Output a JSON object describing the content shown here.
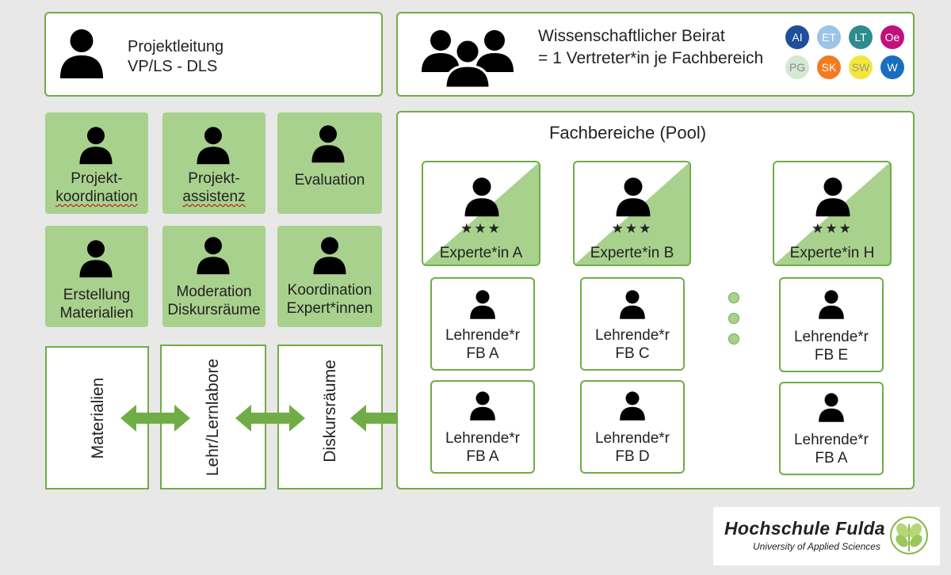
{
  "projektleitung": {
    "line1": "Projektleitung",
    "line2": "VP/LS - DLS"
  },
  "beirat": {
    "line1": "Wissenschaftlicher Beirat",
    "line2": "= 1 Vertreter*in je Fachbereich"
  },
  "fb_badges": [
    {
      "label": "AI",
      "color": "#1f4e9a"
    },
    {
      "label": "ET",
      "color": "#9dc3e6"
    },
    {
      "label": "LT",
      "color": "#2e8b8e"
    },
    {
      "label": "Oe",
      "color": "#c0107a"
    },
    {
      "label": "PG",
      "color": "#d5e8d4"
    },
    {
      "label": "SK",
      "color": "#f47b20"
    },
    {
      "label": "SW",
      "color": "#f5e63a"
    },
    {
      "label": "W",
      "color": "#1a6ec0"
    }
  ],
  "roles": {
    "r1": {
      "line1": "Projekt-",
      "line2": "koordination"
    },
    "r2": {
      "line1": "Projekt-",
      "line2": "assistenz"
    },
    "r3": {
      "line1": "Evaluation"
    },
    "r4": {
      "line1": "Erstellung",
      "line2": "Materialien"
    },
    "r5": {
      "line1": "Moderation",
      "line2": "Diskursräume"
    },
    "r6": {
      "line1": "Koordination",
      "line2": "Expert*innen"
    }
  },
  "bottom": {
    "materialien": "Materialien",
    "labore": "Lehr/Lernlabore",
    "diskurs": "Diskursräume"
  },
  "pool": {
    "title": "Fachbereiche (Pool)",
    "stars": "★★★",
    "experts": [
      "Experte*in A",
      "Experte*in B",
      "Experte*in H"
    ],
    "teachers": [
      {
        "line1": "Lehrende*r",
        "line2": "FB A"
      },
      {
        "line1": "Lehrende*r",
        "line2": "FB C"
      },
      {
        "line1": "Lehrende*r",
        "line2": "FB E"
      },
      {
        "line1": "Lehrende*r",
        "line2": "FB A"
      },
      {
        "line1": "Lehrende*r",
        "line2": "FB D"
      },
      {
        "line1": "Lehrende*r",
        "line2": "FB A"
      }
    ]
  },
  "logo": {
    "name": "Hochschule Fulda",
    "subtitle": "University of Applied Sciences"
  }
}
